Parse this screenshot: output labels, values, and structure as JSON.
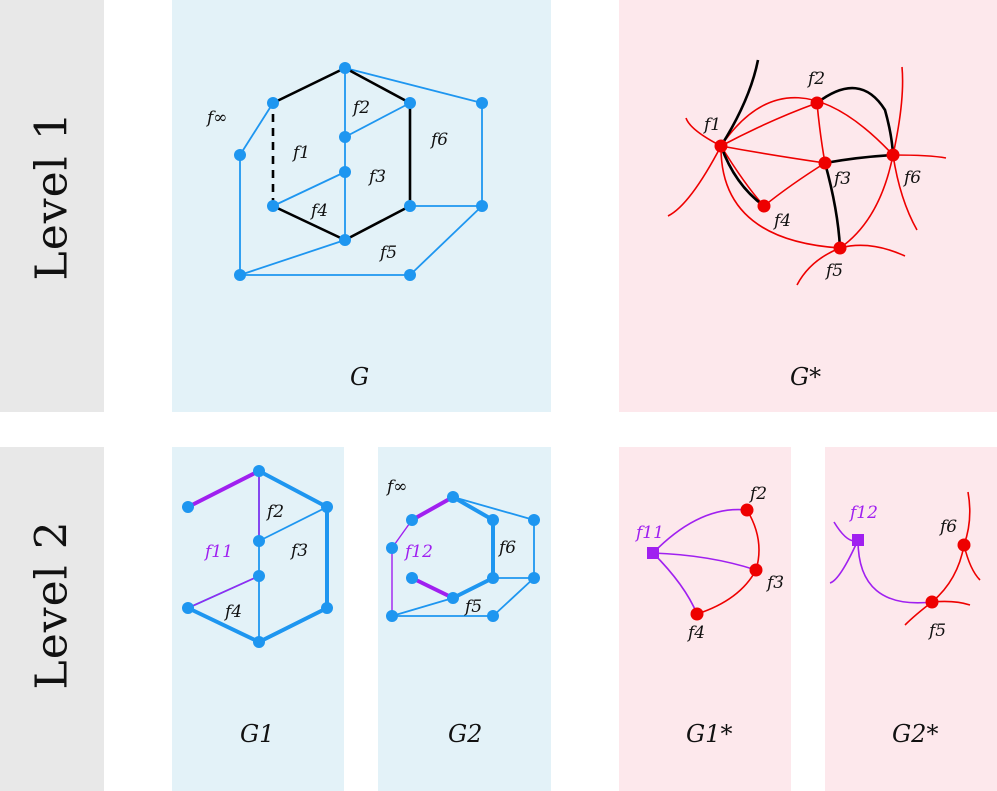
{
  "levels": {
    "level1": "Level 1",
    "level2": "Level 2"
  },
  "captions": {
    "G": "G",
    "Gstar": "G*",
    "G1": "G1",
    "G2": "G2",
    "G1star": "G1*",
    "G2star": "G2*"
  },
  "faces": {
    "f_inf": "f∞",
    "f1": "f1",
    "f2": "f2",
    "f3": "f3",
    "f4": "f4",
    "f5": "f5",
    "f6": "f6",
    "f1_1": "f11",
    "f1_2": "f12"
  },
  "colors": {
    "graph_edge": "#1e96f0",
    "dual": "#ee0000",
    "split": "#a020f0",
    "tree": "#000000",
    "panel_blue": "#e3f2f8",
    "panel_pink": "#fde8ec",
    "panel_gray": "#e8e8e8"
  }
}
